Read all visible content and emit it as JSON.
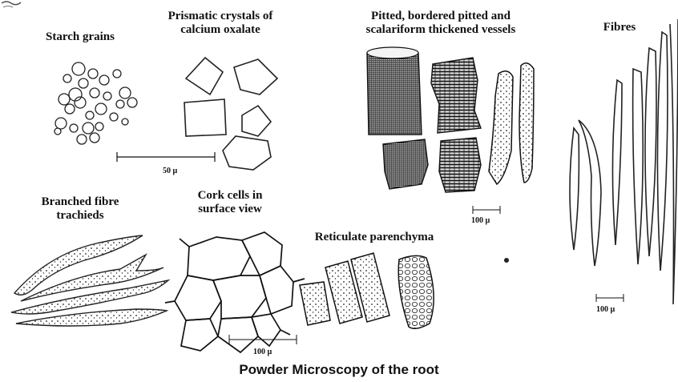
{
  "labels": {
    "starch": "Starch grains",
    "prismatic_1": "Prismatic crystals of",
    "prismatic_2": "calcium oxalate",
    "vessels_1": "Pitted, bordered pitted  and",
    "vessels_2": "scalariform thickened vessels",
    "fibres": "Fibres",
    "branched_1": "Branched fibre",
    "branched_2": "trachieds",
    "cork_1": "Cork cells in",
    "cork_2": "surface view",
    "reticulate": "Reticulate parenchyma"
  },
  "scales": {
    "starch": "50 µ",
    "vessels": "100 µ",
    "fibres": "100 µ",
    "cork": "100 µ"
  },
  "caption": "Powder Microscopy of the root"
}
